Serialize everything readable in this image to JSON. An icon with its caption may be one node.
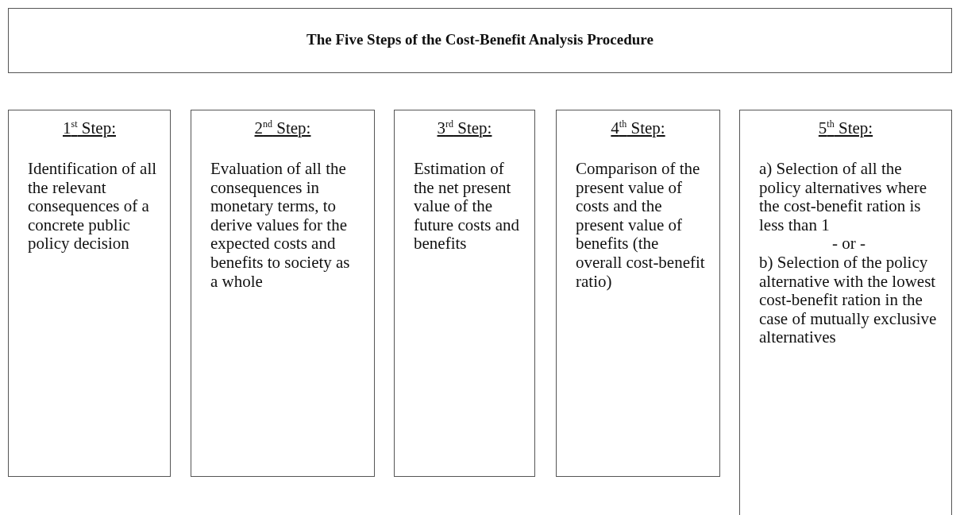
{
  "diagram": {
    "nodes": [
      {
        "text": [
          "The Five Steps of the Cost-Benefit Analysis Procedure"
        ]
      },
      {
        "text": [
          "1$^{st}$ Step:",
          "Identification of all the relevant consequences of a concrete public policy decision"
        ]
      },
      {
        "text": [
          "2$^{nd}$ Step:",
          "Evaluation of all the consequences in monetary terms, to derive values for the expected costs and benefits to society as a whole"
        ]
      },
      {
        "text": [
          "3$^{rd}$ Step:",
          "Estimation of the net present value of the future costs and benefits"
        ]
      },
      {
        "text": [
          "4$^{th}$ Step:",
          "Comparison of the present value of costs and the present value of benefits (the overall cost-benefit ratio)"
        ]
      },
      {
        "text": [
          "5$^{th}$ Step:",
          "a) Selection of all the policy alternatives where the cost-benefit ration is less than 1",
          "- or -",
          "b) Selection of the policy alternative with the lowest cost-benefit ration in the case of mutually exclusive alternatives"
        ]
      }
    ]
  }
}
